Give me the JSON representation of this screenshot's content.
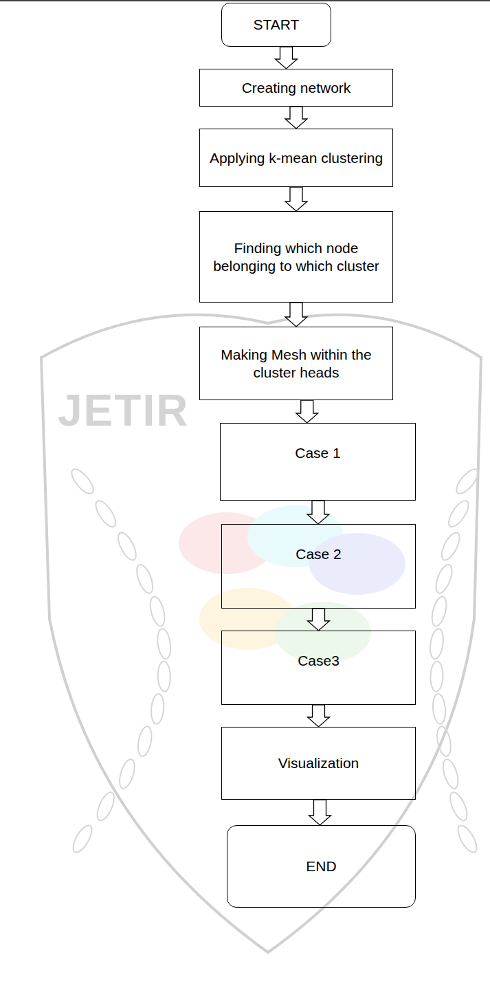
{
  "diagram": {
    "nodes": [
      {
        "text": [
          "START"
        ]
      },
      {
        "text": [
          "Creating network"
        ]
      },
      {
        "text": [
          "Applying k-mean clustering"
        ]
      },
      {
        "text": [
          "Finding which node belonging to which cluster"
        ]
      },
      {
        "text": [
          "Making Mesh within the cluster heads"
        ]
      },
      {
        "text": [
          "Case 1"
        ]
      },
      {
        "text": [
          "Case 2"
        ]
      },
      {
        "text": [
          "Case3"
        ]
      },
      {
        "text": [
          "Visualization"
        ]
      },
      {
        "text": [
          "END"
        ]
      }
    ],
    "edges": [
      {
        "from": 0,
        "to": 1,
        "arrow": "to"
      },
      {
        "from": 1,
        "to": 2,
        "arrow": "to"
      },
      {
        "from": 2,
        "to": 3,
        "arrow": "to"
      },
      {
        "from": 3,
        "to": 4,
        "arrow": "to"
      },
      {
        "from": 4,
        "to": 5,
        "arrow": "to"
      },
      {
        "from": 5,
        "to": 6,
        "arrow": "to"
      },
      {
        "from": 6,
        "to": 7,
        "arrow": "to"
      },
      {
        "from": 7,
        "to": 8,
        "arrow": "to"
      },
      {
        "from": 8,
        "to": 9,
        "arrow": "to"
      }
    ],
    "labels": [
      "JETIR"
    ]
  }
}
